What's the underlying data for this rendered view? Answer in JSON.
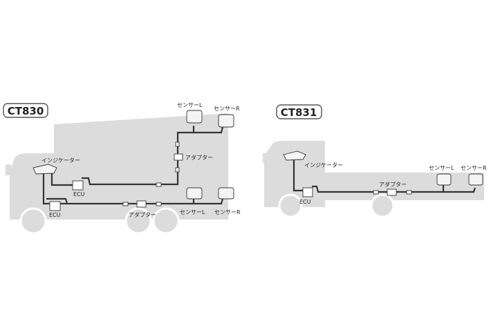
{
  "ct830": {
    "title": "CT830",
    "indicator": "インジケーター",
    "ecu_upper": "ECU",
    "ecu_lower": "ECU",
    "adapter_upper": "アダプター",
    "adapter_lower": "アダプター",
    "sensor_l_upper": "センサーL",
    "sensor_r_upper": "センサーR",
    "sensor_l_lower": "センサーL",
    "sensor_r_lower": "センサーR"
  },
  "ct831": {
    "title": "CT831",
    "indicator": "インジケーター",
    "ecu": "ECU",
    "adapter": "アダプター",
    "sensor_l": "センサーL",
    "sensor_r": "センサーR"
  },
  "colors": {
    "vehicle": "#dcdcdc",
    "wire": "#333333"
  }
}
